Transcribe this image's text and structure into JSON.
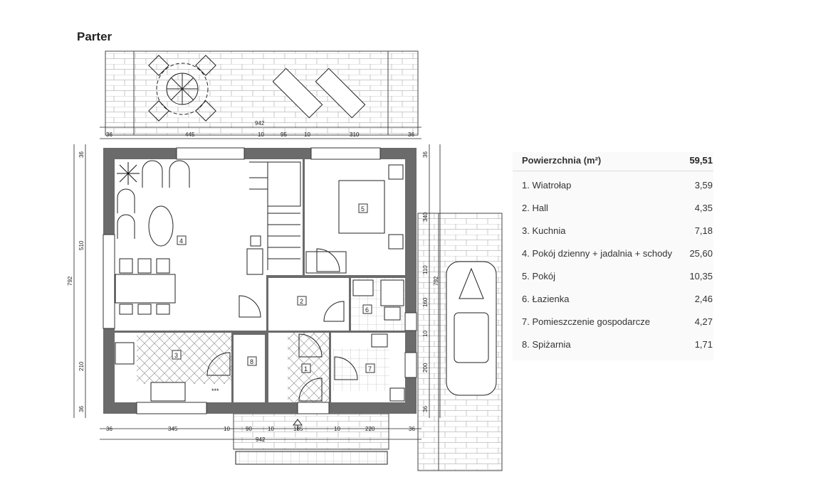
{
  "title": "Parter",
  "area_table": {
    "header_label": "Powierzchnia (m²)",
    "header_value": "59,51",
    "rows": [
      {
        "label": "1. Wiatrołap",
        "value": "3,59"
      },
      {
        "label": "2. Hall",
        "value": "4,35"
      },
      {
        "label": "3. Kuchnia",
        "value": "7,18"
      },
      {
        "label": "4. Pokój dzienny + jadalnia + schody",
        "value": "25,60"
      },
      {
        "label": "5. Pokój",
        "value": "10,35"
      },
      {
        "label": "6. Łazienka",
        "value": "2,46"
      },
      {
        "label": "7. Pomieszczenie gospodarcze",
        "value": "4,27"
      },
      {
        "label": "8. Spiżarnia",
        "value": "1,71"
      }
    ]
  },
  "plan": {
    "room_numbers": [
      "1",
      "2",
      "3",
      "4",
      "5",
      "6",
      "7",
      "8"
    ],
    "dims_top_total": "942",
    "dims_top": [
      "36",
      "445",
      "10",
      "95",
      "10",
      "310",
      "36"
    ],
    "dims_bottom": [
      "36",
      "345",
      "10",
      "90",
      "10",
      "185",
      "10",
      "220",
      "36"
    ],
    "dims_bottom_total": "942",
    "dims_left": [
      "36",
      "510",
      "210",
      "36"
    ],
    "dims_left_total": "792",
    "dims_right": [
      "36",
      "340",
      "110",
      "160",
      "10",
      "200",
      "36"
    ],
    "dims_right_total": "792",
    "stove_marks": "***"
  }
}
